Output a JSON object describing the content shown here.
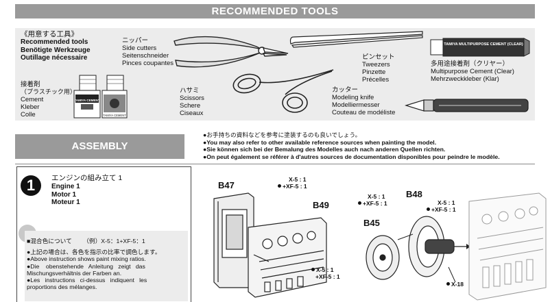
{
  "header": {
    "title": "RECOMMENDED TOOLS"
  },
  "tools": {
    "intro": {
      "jp": "《用意する工具》",
      "en": "Recommended tools",
      "de": "Benötigte Werkzeuge",
      "fr": "Outillage nécessaire"
    },
    "cement": {
      "jp": "接着剤",
      "jp2": "（プラスチック用）",
      "en": "Cement",
      "de": "Kleber",
      "fr": "Colle"
    },
    "side_cutters": {
      "jp": "ニッパー",
      "en": "Side cutters",
      "de": "Seitenschneider",
      "fr": "Pinces coupantes"
    },
    "scissors": {
      "jp": "ハサミ",
      "en": "Scissors",
      "de": "Schere",
      "fr": "Ciseaux"
    },
    "tweezers": {
      "jp": "ピンセット",
      "en": "Tweezers",
      "de": "Pinzette",
      "fr": "Précelles"
    },
    "knife": {
      "jp": "カッター",
      "en": "Modeling knife",
      "de": "Modelliermesser",
      "fr": "Couteau de modéliste"
    },
    "multi_cement": {
      "jp": "多用途接着剤（クリヤー）",
      "en": "Multipurpose Cement (Clear)",
      "de": "Mehrzweckkleber (Klar)"
    },
    "tube_label": "TAMIYA MULTIPURPOSE CEMENT (CLEAR)",
    "bottle1_label": "TAMIYA CEMENT",
    "bottle2_label": "TAMIYA CEMENT"
  },
  "assembly": {
    "title": "ASSEMBLY",
    "notes": [
      "●お手持ちの資料などを参考に塗装するのも良いでしょう。",
      "●You may also refer to other available reference sources when painting the model.",
      "●Sie können sich bei der Bemalung des Modelles auch nach anderen Quellen richten.",
      "●On peut également se référer à d'autres sources de documentation disponibles pour peindre le modèle."
    ]
  },
  "step1": {
    "number": "1",
    "jp": "エンジンの組み立て 1",
    "en": "Engine 1",
    "de": "Motor 1",
    "fr": "Moteur 1"
  },
  "mixing": {
    "title_jp": "■混合色について",
    "example": "（例）X-5：1+XF-5：1",
    "lines": [
      "●上記の場合は、各色を指示の比率で調色します。",
      "●Above instruction shows paint mixing ratios.",
      "●Die    obenstehende   Anleitung   zeigt   das",
      "Mischungsverhältnis der Farben an.",
      "●Les   instructions   ci-dessus   indiquent   les",
      "proportions des mélanges."
    ]
  },
  "diagram": {
    "parts": [
      "B47",
      "B49",
      "B45",
      "B48"
    ],
    "color_a": {
      "line1": "X-5 : 1",
      "line2": "+XF-5 : 1"
    },
    "color_b": {
      "line1": "X-5 : 1",
      "line2": "+XF-5 : 1"
    },
    "color_c": {
      "line1": "X-5 : 1",
      "line2": "+XF-5 : 1"
    },
    "color_d": {
      "line1": "X-5 : 1",
      "line2": "+XF-5 : 1"
    },
    "color_e": "X-18"
  }
}
